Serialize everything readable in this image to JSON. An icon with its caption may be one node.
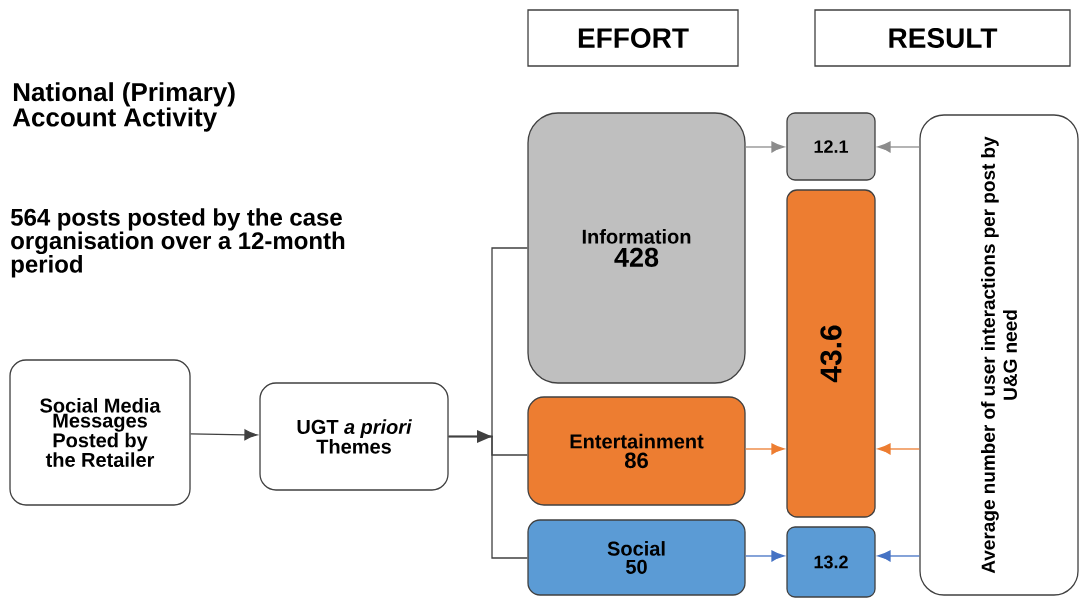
{
  "diagram": {
    "nodes": [
      {
        "text": [
          "EFFORT"
        ]
      },
      {
        "text": [
          "RESULT"
        ]
      },
      {
        "text": [
          "Social Media Messages Posted by the Retailer"
        ]
      },
      {
        "text": [
          "UGT *a priori* Themes"
        ]
      },
      {
        "text": [
          "Information",
          "428"
        ]
      },
      {
        "text": [
          "Entertainment",
          "86"
        ]
      },
      {
        "text": [
          "Social",
          "50"
        ]
      },
      {
        "text": [
          "12.1"
        ]
      },
      {
        "text": [
          "43.6"
        ]
      },
      {
        "text": [
          "13.2"
        ]
      },
      {
        "text": [
          "Average number of user interactions per post by U&G need"
        ]
      }
    ],
    "edges": [
      {
        "from": 2,
        "to": 3,
        "arrow": "to"
      },
      {
        "from": 3,
        "to": 4,
        "arrow": "to"
      },
      {
        "from": 3,
        "to": 5,
        "arrow": "to"
      },
      {
        "from": 3,
        "to": 6,
        "arrow": "to"
      },
      {
        "from": 4,
        "to": 7,
        "arrow": "to",
        "color": "#8c8c8c"
      },
      {
        "from": 5,
        "to": 8,
        "arrow": "to",
        "color": "#ed7d31"
      },
      {
        "from": 6,
        "to": 9,
        "arrow": "to",
        "color": "#4472c4"
      },
      {
        "from": 10,
        "to": 7,
        "arrow": "to",
        "color": "#8c8c8c"
      },
      {
        "from": 10,
        "to": 8,
        "arrow": "to",
        "color": "#ed7d31"
      },
      {
        "from": 10,
        "to": 9,
        "arrow": "to",
        "color": "#4472c4"
      }
    ],
    "labels": [
      "National (Primary) Account Activity",
      "564 posts posted by the case organisation over a 12-month period"
    ]
  }
}
